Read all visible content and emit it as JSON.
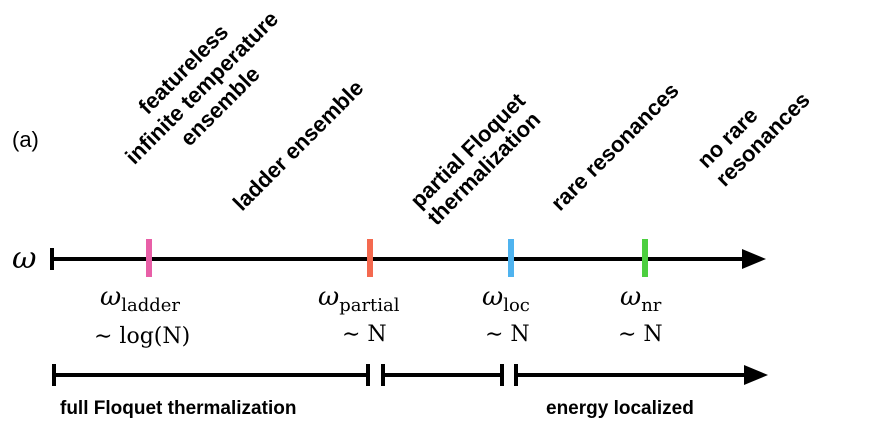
{
  "panel_label": "(a)",
  "axis_symbol": "ω",
  "regions": [
    {
      "lines": [
        "featureless",
        "infinite temperature",
        "ensemble"
      ]
    },
    {
      "lines": [
        "ladder ensemble"
      ]
    },
    {
      "lines": [
        "partial Floquet",
        "thermalization"
      ]
    },
    {
      "lines": [
        "rare resonances"
      ]
    },
    {
      "lines": [
        "no rare",
        "resonances"
      ]
    }
  ],
  "markers": [
    {
      "symbol": "ω",
      "subscript": "ladder",
      "scaling": "∼ log(N)",
      "color": "#e85fa7"
    },
    {
      "symbol": "ω",
      "subscript": "partial",
      "scaling": "∼ N",
      "color": "#f4694f"
    },
    {
      "symbol": "ω",
      "subscript": "loc",
      "scaling": "∼ N",
      "color": "#4fb3ef"
    },
    {
      "symbol": "ω",
      "subscript": "nr",
      "scaling": "∼ N",
      "color": "#4ccf3f"
    }
  ],
  "bottom_labels": {
    "left": "full Floquet thermalization",
    "right": "energy localized"
  }
}
